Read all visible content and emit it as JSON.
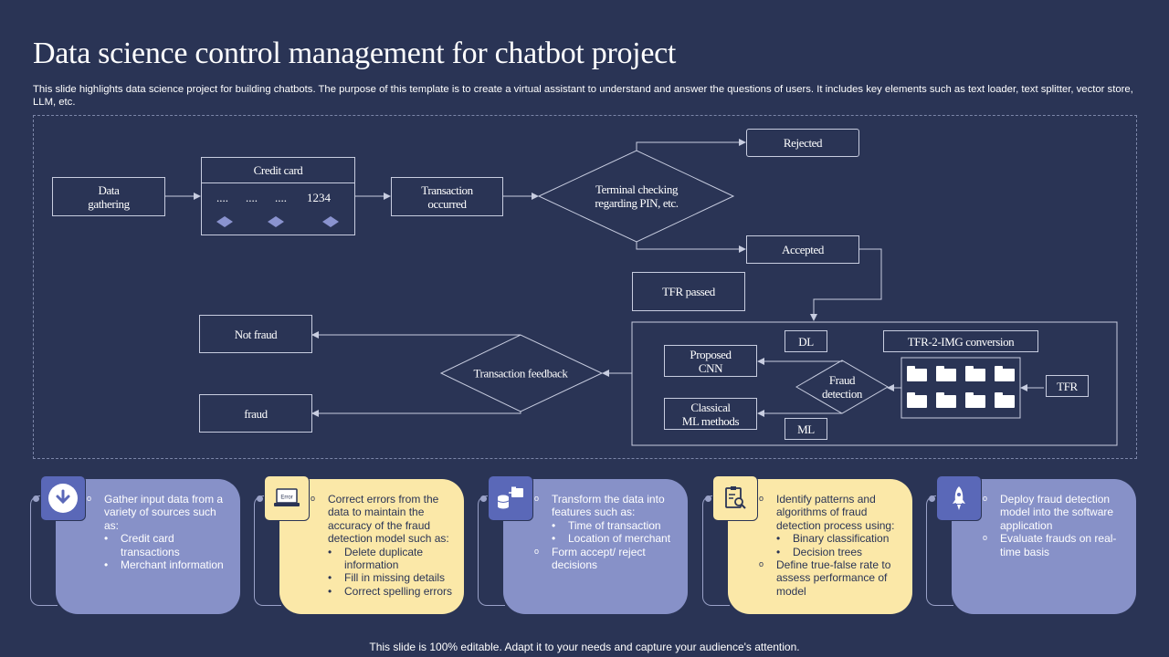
{
  "slide": {
    "title": "Data science control management for chatbot project",
    "subtitle": "This slide highlights data science project for building chatbots. The purpose of this template is to create a virtual assistant to understand and answer the questions of users. It includes key elements such as text loader, text splitter, vector store, LLM, etc.",
    "footer": "This slide is 100% editable. Adapt it to your needs and capture your audience's attention."
  },
  "diagram": {
    "data_gathering": "Data\ngathering",
    "credit_card": {
      "label": "Credit card",
      "dots": [
        "....",
        "....",
        "...."
      ],
      "number": "1234"
    },
    "transaction_occurred": "Transaction\noccurred",
    "terminal_checking": "Terminal checking\nregarding PIN, etc.",
    "rejected": "Rejected",
    "accepted": "Accepted",
    "tfr_passed": "TFR passed",
    "dl": "DL",
    "tfr_2_img": "TFR-2-IMG conversion",
    "proposed_cnn": "Proposed\nCNN",
    "fraud_detection": "Fraud\ndetection",
    "classical_ml": "Classical\nML methods",
    "ml": "ML",
    "tfr": "TFR",
    "transaction_feedback": "Transaction feedback",
    "not_fraud": "Not fraud",
    "fraud": "fraud"
  },
  "cards": [
    {
      "icon": "download-icon",
      "items": [
        {
          "level": 1,
          "text": "Gather input data from a variety of sources such as:"
        },
        {
          "level": 2,
          "text": "Credit card transactions"
        },
        {
          "level": 2,
          "text": "Merchant information"
        }
      ]
    },
    {
      "icon": "laptop-error-icon",
      "icon_text": "Error",
      "items": [
        {
          "level": 1,
          "text": "Correct errors from the data to maintain the accuracy of the fraud detection model such as:"
        },
        {
          "level": 2,
          "text": "Delete duplicate information"
        },
        {
          "level": 2,
          "text": "Fill in missing details"
        },
        {
          "level": 2,
          "text": "Correct spelling errors"
        }
      ]
    },
    {
      "icon": "data-transfer-icon",
      "items": [
        {
          "level": 1,
          "text": "Transform the data into features such as:"
        },
        {
          "level": 2,
          "text": "Time of transaction"
        },
        {
          "level": 2,
          "text": "Location of merchant"
        },
        {
          "level": 1,
          "text": "Form accept/ reject decisions"
        }
      ]
    },
    {
      "icon": "document-search-icon",
      "items": [
        {
          "level": 1,
          "text": "Identify patterns and algorithms of fraud detection process using:"
        },
        {
          "level": 2,
          "text": "Binary classification"
        },
        {
          "level": 2,
          "text": "Decision trees"
        },
        {
          "level": 1,
          "text": "Define true-false rate to assess performance of model"
        }
      ]
    },
    {
      "icon": "rocket-icon",
      "items": [
        {
          "level": 1,
          "text": "Deploy fraud detection model into the software application"
        },
        {
          "level": 1,
          "text": "Evaluate frauds on real-time basis"
        }
      ]
    }
  ],
  "colors": {
    "background": "#2a3455",
    "card_purple": "#8791c8",
    "card_yellow": "#fbe8a8",
    "icon_purple": "#5a68b8",
    "line": "#c8cde0",
    "gem": "#8a93cf"
  }
}
